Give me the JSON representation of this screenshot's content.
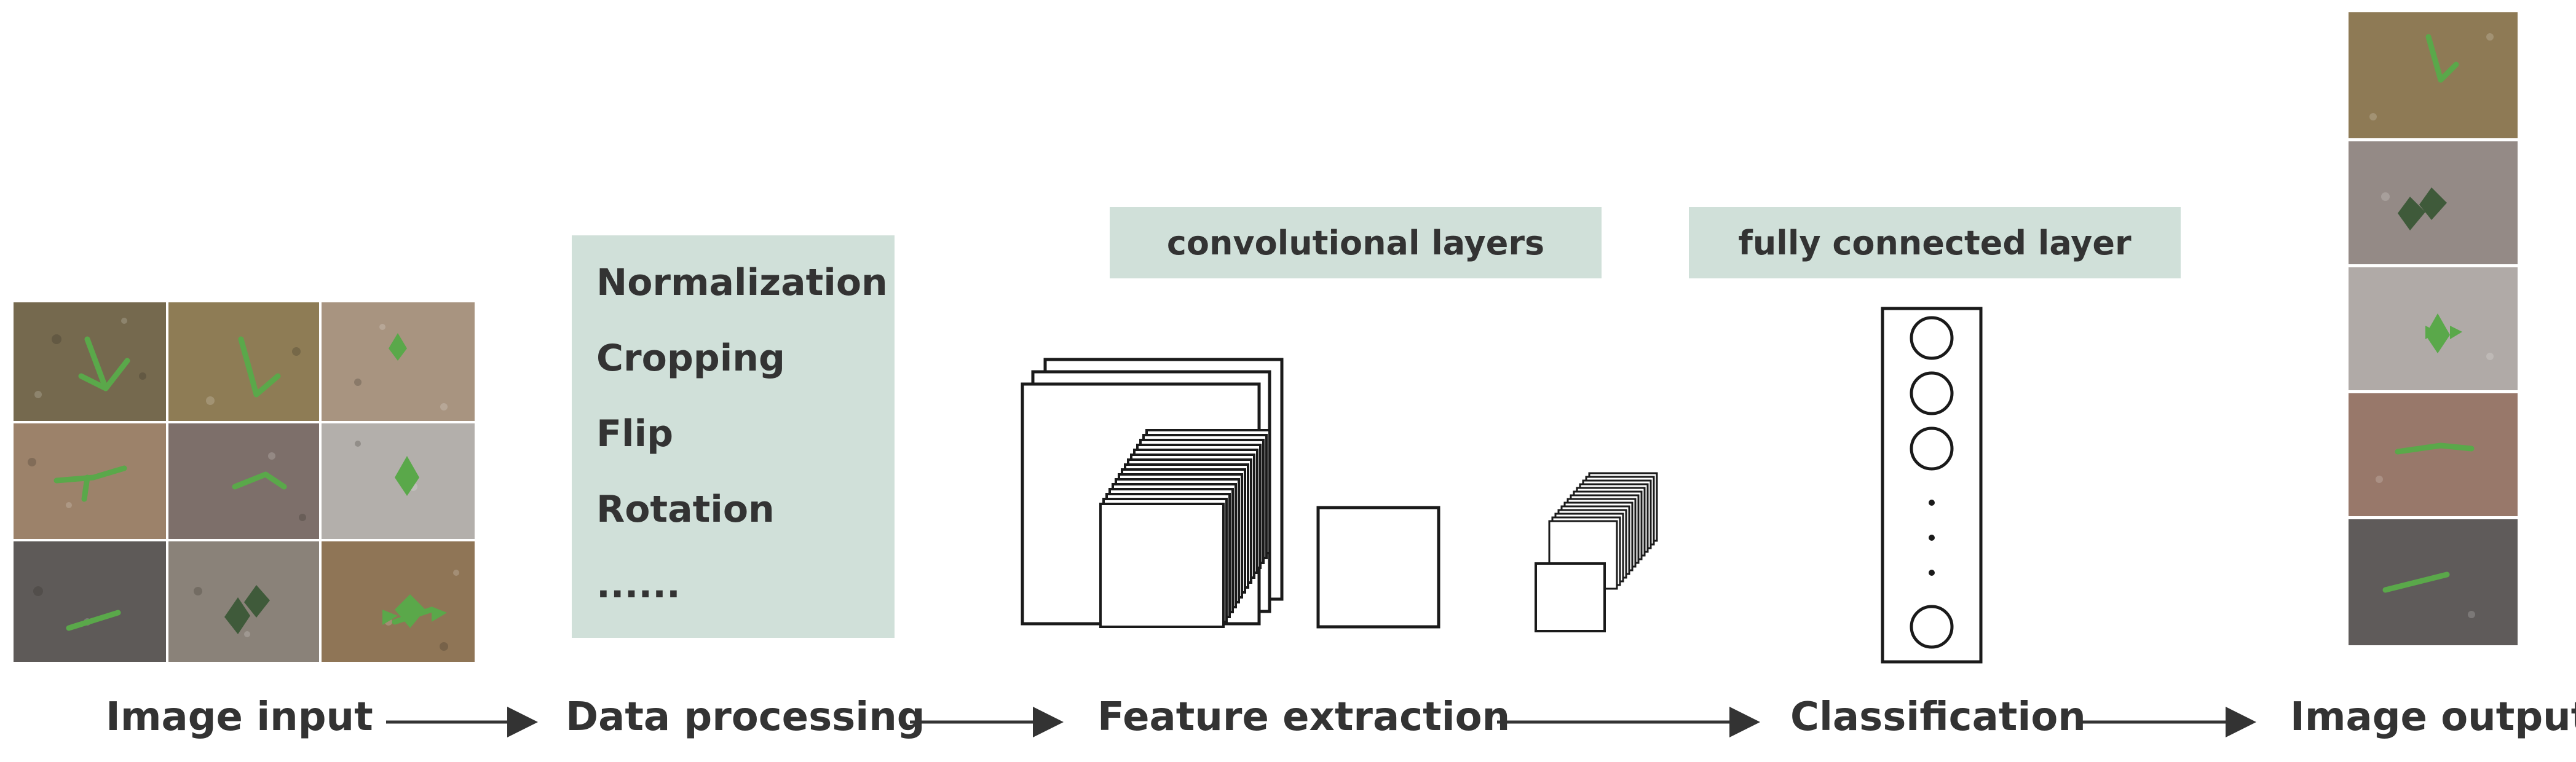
{
  "stages": {
    "image_input": "Image input",
    "data_processing": "Data processing",
    "feature_extraction": "Feature extraction",
    "classification": "Classification",
    "image_output": "Image output"
  },
  "processing": {
    "items": [
      "Normalization",
      "Cropping",
      "Flip",
      "Rotation",
      "......"
    ]
  },
  "headers": {
    "conv": "convolutional layers",
    "fc": "fully connected layer"
  },
  "colors": {
    "panel": "#d0e0d9",
    "text": "#333333",
    "soil_dark": "#7a6a52",
    "soil_light": "#b5a58e",
    "leaf": "#5aa84a"
  },
  "icons": {
    "arrow": "right-arrow-icon",
    "plant_thumb": "seedling-photo"
  }
}
